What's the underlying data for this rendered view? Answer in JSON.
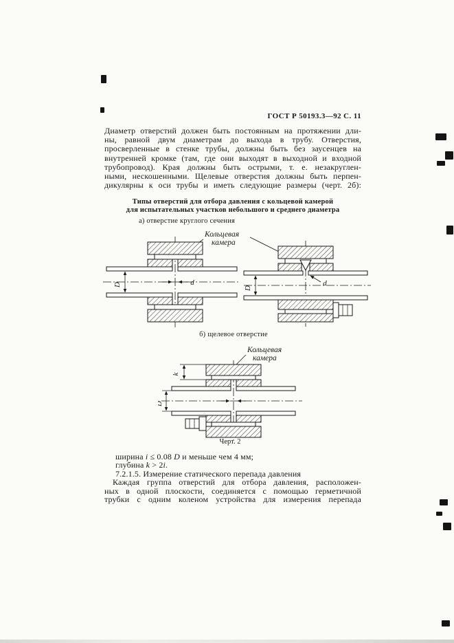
{
  "page": {
    "header": "ГОСТ Р 50193.3—92 С. 11"
  },
  "intro": {
    "lines": [
      "Диаметр отверстий должен быть постоянным на протяжении дли-",
      "ны, равной двум диаметрам до выхода в трубу. Отверстия,",
      "просверленные в стенке трубы, должны быть без заусенцев на",
      "внутренней кромке (там, где они выходят в выходной и входной",
      "трубопровод). Края должны быть острыми, т. е. незакруглен-",
      "ными, нескошенными. Щелевые отверстия должны быть перпен-",
      "дикулярны к оси трубы и иметь следующие размеры (черт. 2б):"
    ]
  },
  "figure": {
    "title_line1": "Типы отверстий для отбора давления с кольцевой камерой",
    "title_line2": "для испытательных участков небольшого и среднего диаметра",
    "caption_a": "а) отверстие круглого сечения",
    "caption_b": "б) щелевое отверстие",
    "figure_label": "Черт. 2",
    "ring_label_1": "Кольцевая",
    "ring_label_2": "камера",
    "dim_D": "D",
    "dim_d": "d",
    "dim_k": "k"
  },
  "specs": {
    "line1_parts": [
      "ширина ",
      "i",
      " ≤ 0.08 ",
      "D",
      " и меньше чем 4 мм;"
    ],
    "line2_parts": [
      "глубина ",
      "k",
      " > 2",
      "i",
      "."
    ]
  },
  "section": {
    "heading": "7.2.1.5. Измерение статического перепада давления"
  },
  "closing": {
    "lines": [
      "Каждая группа отверстий для отбора давления, расположен-",
      "ных в одной плоскости, соединяется с помощью герметичной",
      "трубки с одним коленом устройства для измерения перепада"
    ]
  }
}
